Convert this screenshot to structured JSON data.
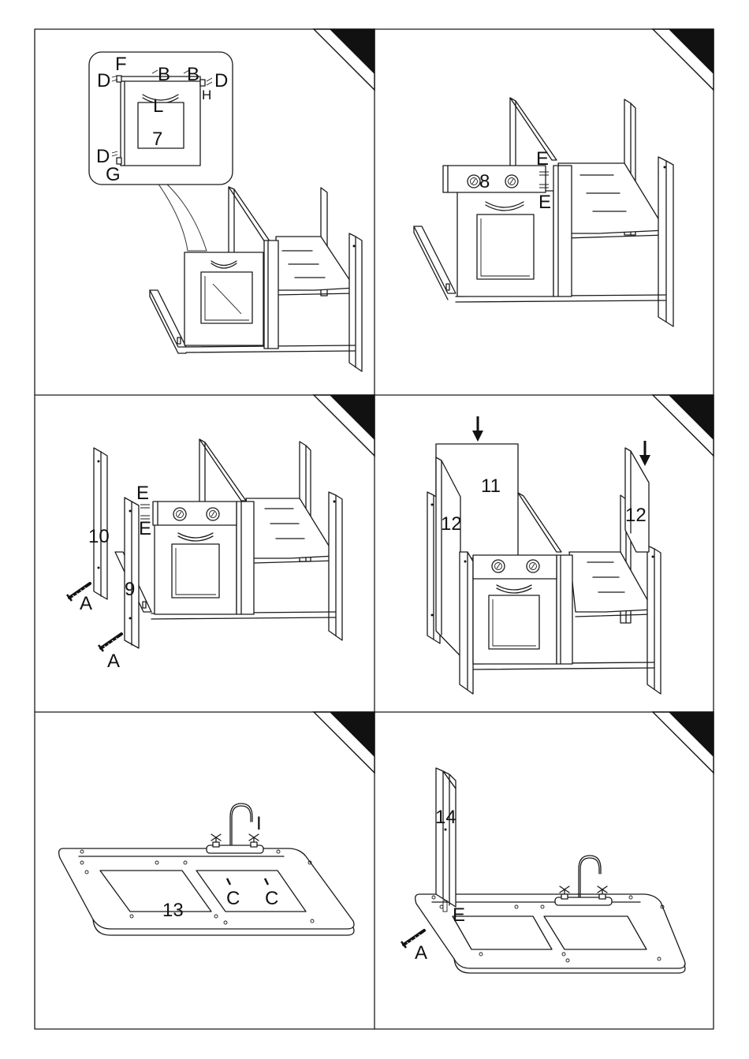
{
  "steps": [
    {
      "id": "step-1",
      "labels": {
        "part": "7",
        "B1": "B",
        "B2": "B",
        "D1": "D",
        "D2": "D",
        "D3": "D",
        "F": "F",
        "G": "G",
        "H": "H",
        "L": "L"
      }
    },
    {
      "id": "step-2",
      "labels": {
        "part": "8",
        "E1": "E",
        "E2": "E"
      }
    },
    {
      "id": "step-3",
      "labels": {
        "p10": "10",
        "p9": "9",
        "E1": "E",
        "E2": "E",
        "A1": "A",
        "A2": "A"
      }
    },
    {
      "id": "step-4",
      "labels": {
        "p11": "11",
        "p12a": "12",
        "p12b": "12"
      }
    },
    {
      "id": "step-5",
      "labels": {
        "p13": "13",
        "C1": "C",
        "C2": "C",
        "I": "I"
      }
    },
    {
      "id": "step-6",
      "labels": {
        "p14": "14",
        "E": "E",
        "A": "A"
      }
    }
  ],
  "colors": {
    "line": "#1a1a1a",
    "corner": "#111111",
    "paper": "#ffffff"
  }
}
